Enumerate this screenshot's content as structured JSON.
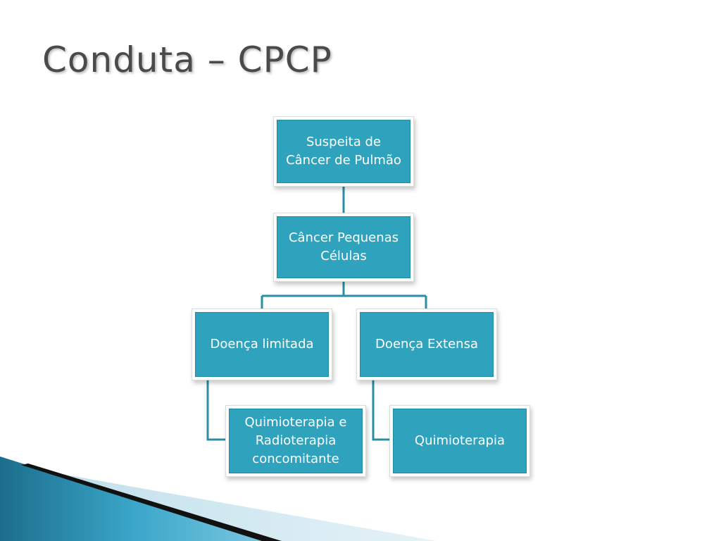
{
  "slide": {
    "title": "Conduta – CPCP"
  },
  "nodes": {
    "suspicion": "Suspeita de\nCâncer de Pulmão",
    "small_cell": "Câncer Pequenas\nCélulas",
    "limited": "Doença limitada",
    "extensive": "Doença Extensa",
    "limited_treatment": "Quimioterapia  e\nRadioterapia\nconcomitante",
    "extensive_treatment": "Quimioterapia"
  },
  "colors": {
    "node_fill": "#2fa3bd",
    "connector": "#2a8ea6",
    "title_text": "#4a4a4a"
  }
}
